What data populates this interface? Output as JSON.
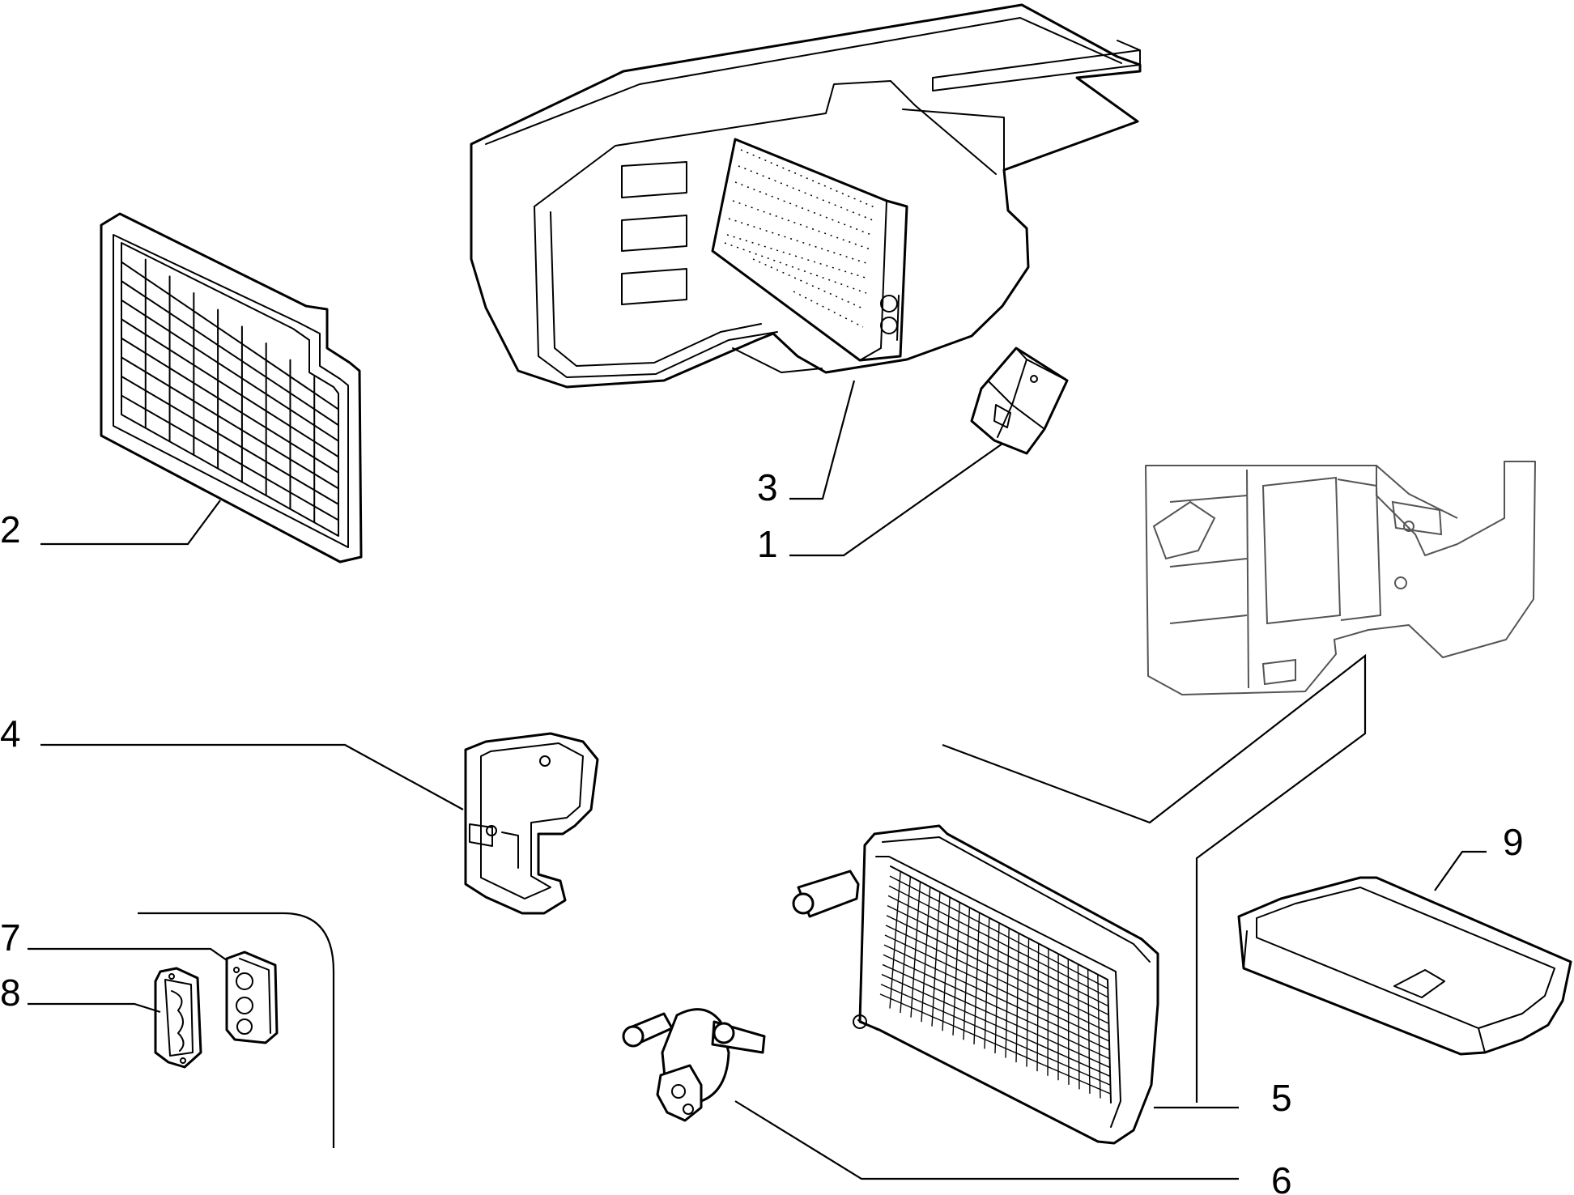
{
  "diagram": {
    "callouts": [
      {
        "id": "1",
        "text": "1"
      },
      {
        "id": "2",
        "text": "2"
      },
      {
        "id": "3",
        "text": "3"
      },
      {
        "id": "4",
        "text": "4"
      },
      {
        "id": "5",
        "text": "5"
      },
      {
        "id": "6",
        "text": "6"
      },
      {
        "id": "7",
        "text": "7"
      },
      {
        "id": "8",
        "text": "8"
      },
      {
        "id": "9",
        "text": "9"
      }
    ],
    "colors": {
      "line": "#000000",
      "ghost": "#555555",
      "background": "#ffffff"
    }
  }
}
